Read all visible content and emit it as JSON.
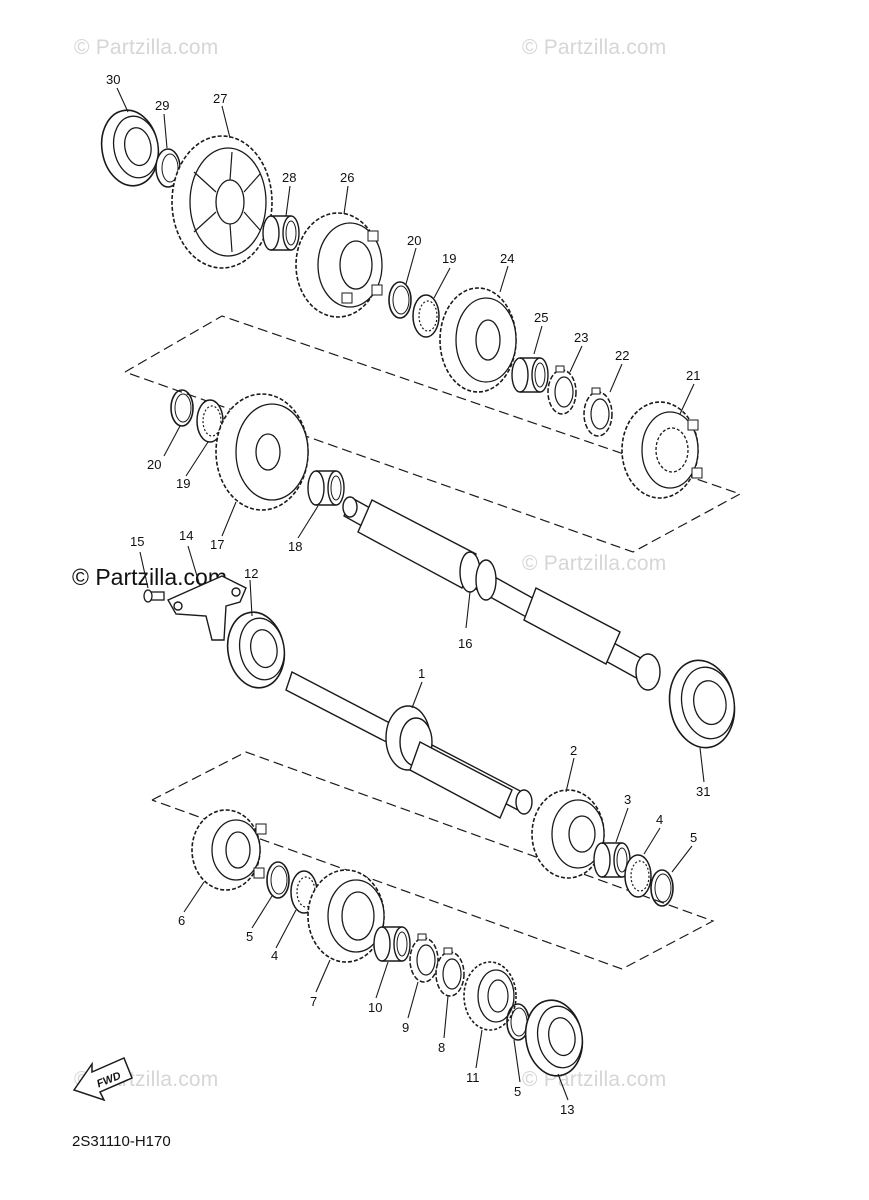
{
  "watermarks": {
    "faint": "© Partzilla.com",
    "main": "© Partzilla.com"
  },
  "diagram_code": "2S31110-H170",
  "fwd_label": "FWD",
  "callouts": [
    "30",
    "29",
    "27",
    "28",
    "26",
    "20",
    "19",
    "24",
    "25",
    "23",
    "22",
    "21",
    "20",
    "19",
    "17",
    "18",
    "15",
    "14",
    "12",
    "16",
    "1",
    "31",
    "2",
    "3",
    "4",
    "5",
    "6",
    "5",
    "4",
    "7",
    "10",
    "9",
    "8",
    "11",
    "5",
    "13"
  ],
  "colors": {
    "line": "#1a1a1a",
    "watermark": "#d6d6d6"
  }
}
